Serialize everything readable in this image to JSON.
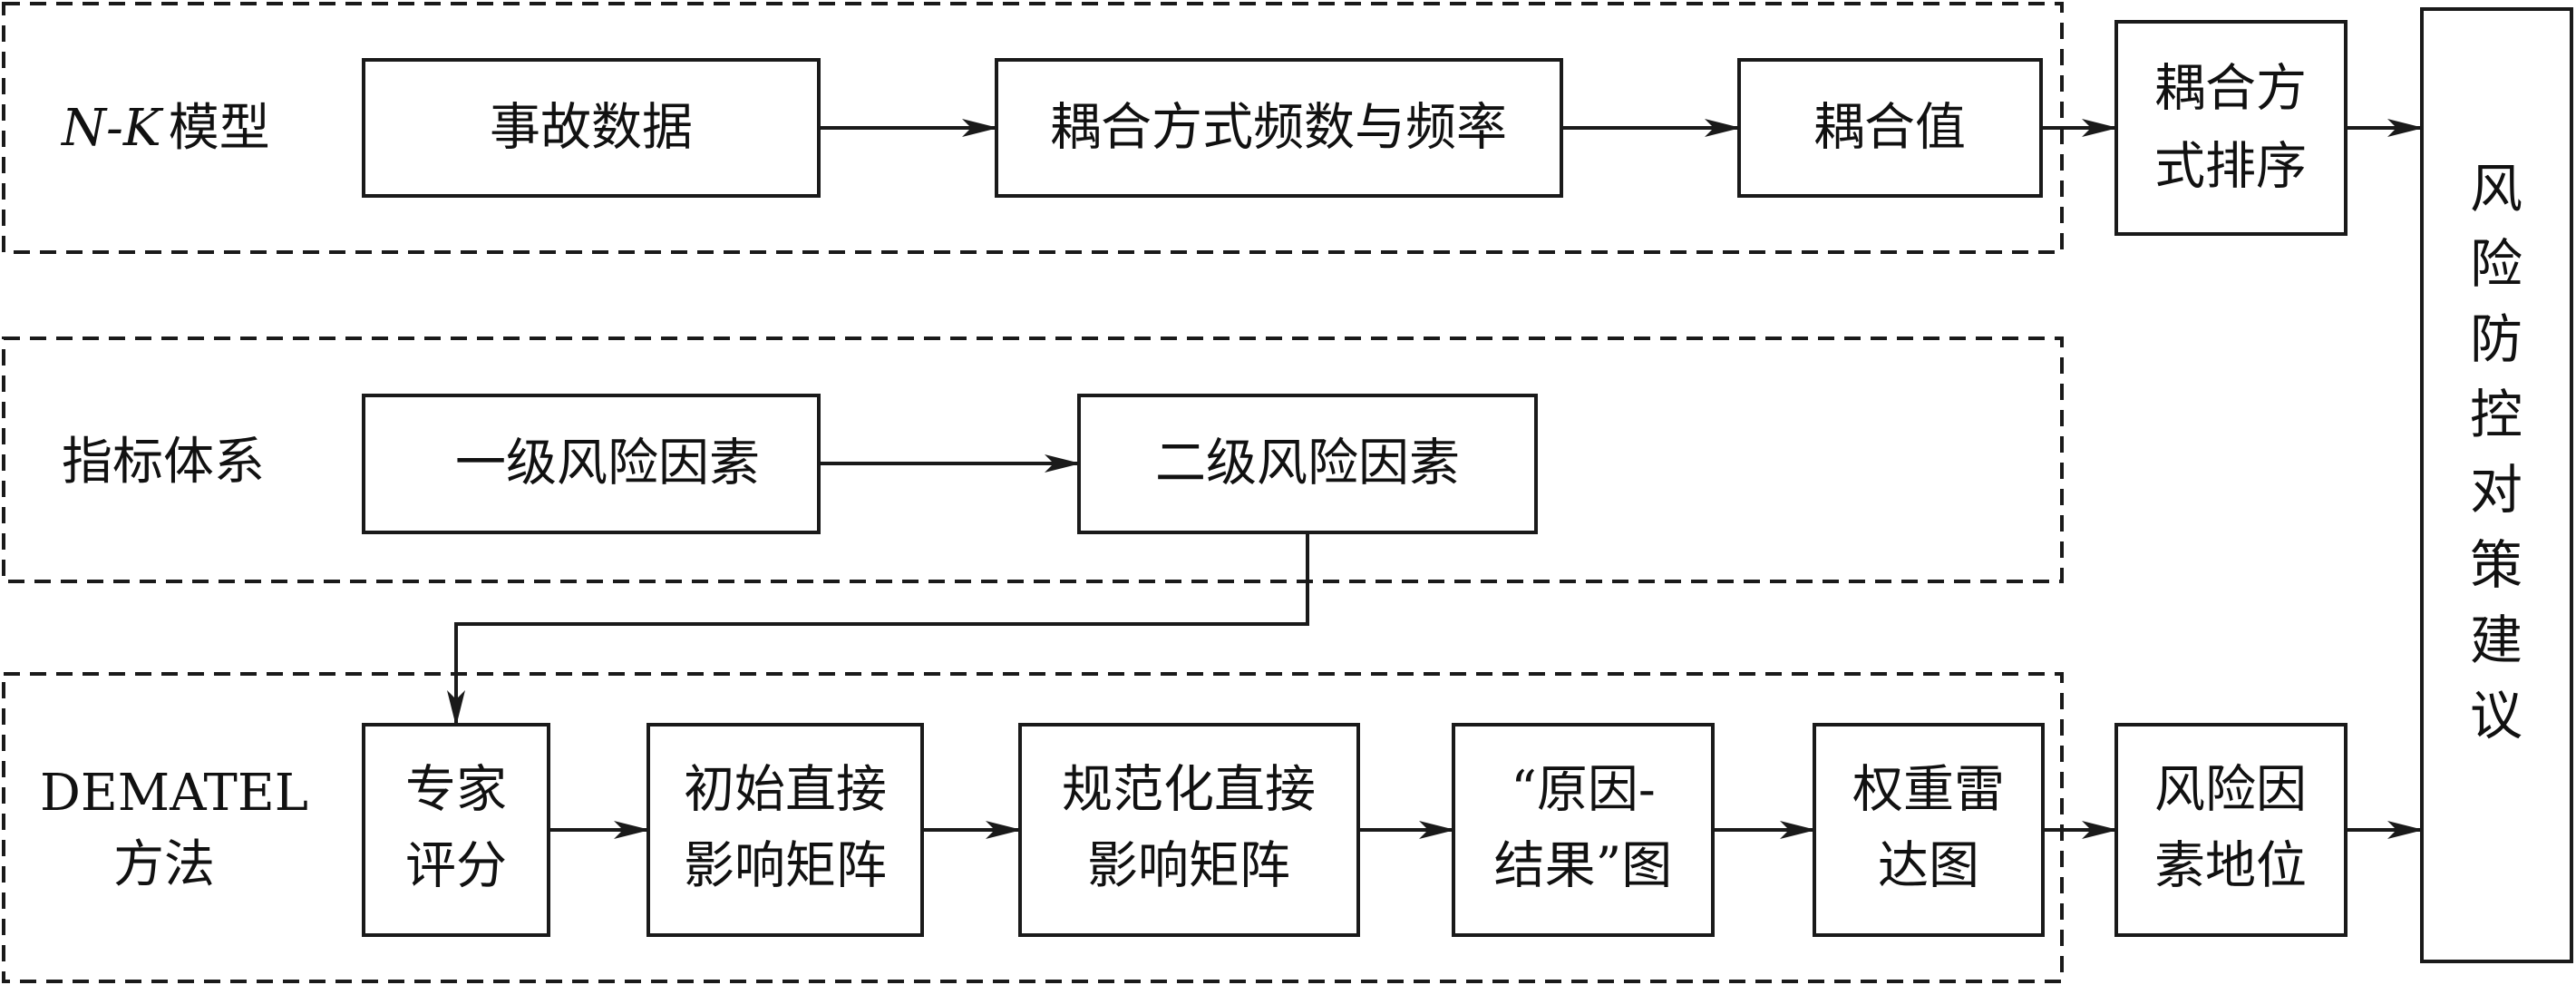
{
  "groups": {
    "nk": {
      "prefix": "N-K",
      "suffix": "模型"
    },
    "index": {
      "line1": "指标体系"
    },
    "dematel": {
      "line1": "DEMATEL",
      "line2": "方法"
    }
  },
  "nodes": {
    "accident_data": {
      "line1": "事故数据"
    },
    "coupling_freq": {
      "line1": "耦合方式频数与频率"
    },
    "coupling_value": {
      "line1": "耦合值"
    },
    "coupling_rank": {
      "line1": "耦合方",
      "line2": "式排序"
    },
    "level1": {
      "line1": "一级风险因素"
    },
    "level2": {
      "line1": "二级风险因素"
    },
    "expert": {
      "line1": "专家",
      "line2": "评分"
    },
    "initial_matrix": {
      "line1": "初始直接",
      "line2": "影响矩阵"
    },
    "normalized_matrix": {
      "line1": "规范化直接",
      "line2": "影响矩阵"
    },
    "cause_effect": {
      "line1": "“原因-",
      "line2": "结果”图"
    },
    "radar": {
      "line1": "权重雷",
      "line2": "达图"
    },
    "risk_status": {
      "line1": "风险因",
      "line2": "素地位"
    }
  },
  "output": {
    "chars": [
      "风",
      "险",
      "防",
      "控",
      "对",
      "策",
      "建",
      "议"
    ]
  }
}
